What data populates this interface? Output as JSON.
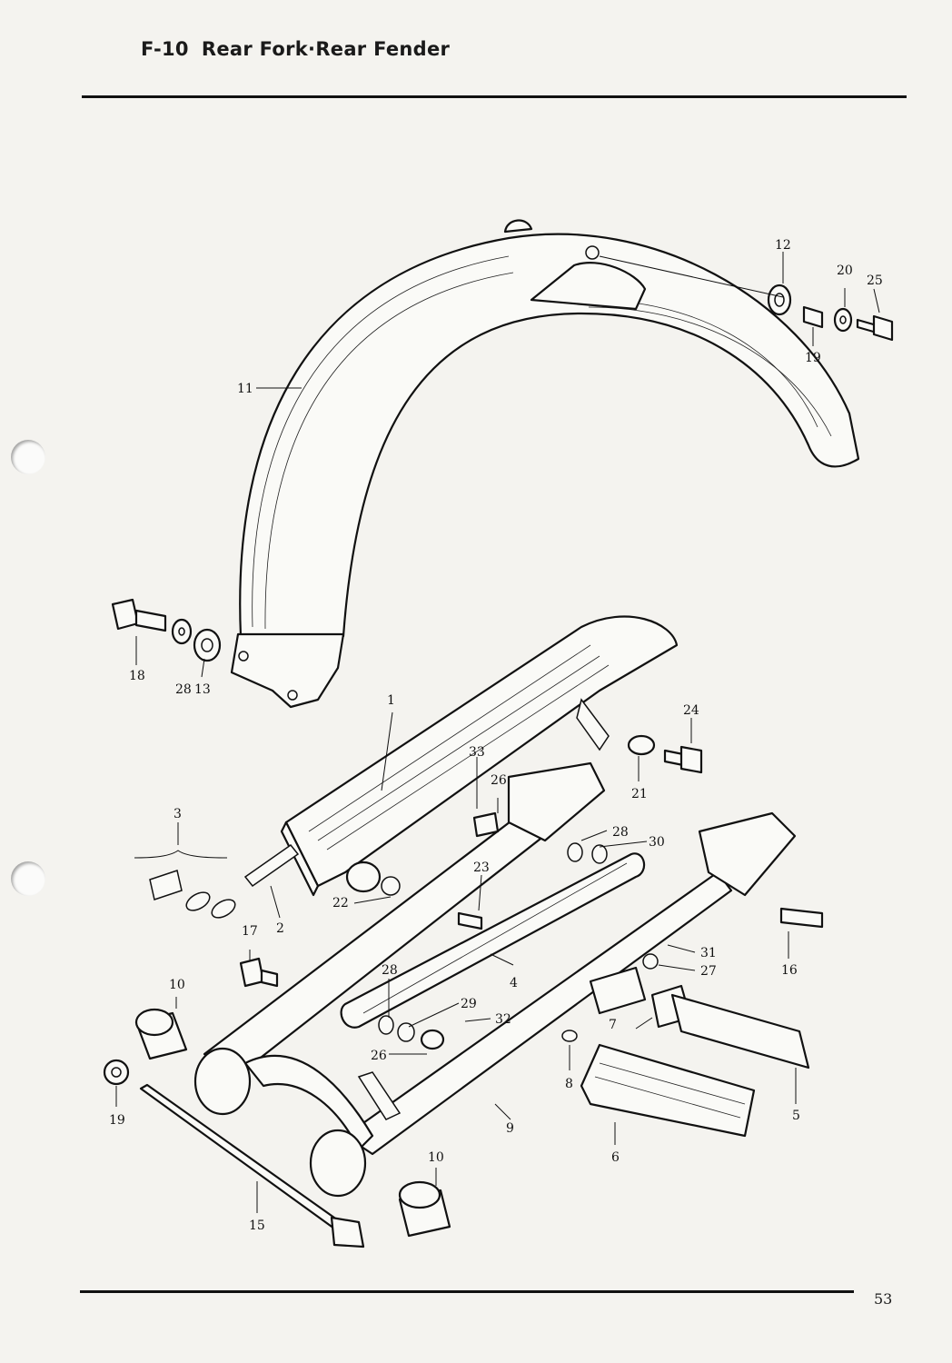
{
  "header": {
    "sheet_code": "F-10",
    "title": "Rear Fork·Rear Fender"
  },
  "footer": {
    "page_number": "53"
  },
  "callouts": [
    {
      "id": "c1",
      "text": "1"
    },
    {
      "id": "c2",
      "text": "2"
    },
    {
      "id": "c3",
      "text": "3"
    },
    {
      "id": "c4",
      "text": "4"
    },
    {
      "id": "c5",
      "text": "5"
    },
    {
      "id": "c6",
      "text": "6"
    },
    {
      "id": "c7",
      "text": "7"
    },
    {
      "id": "c8",
      "text": "8"
    },
    {
      "id": "c9",
      "text": "9"
    },
    {
      "id": "c10a",
      "text": "10"
    },
    {
      "id": "c10b",
      "text": "10"
    },
    {
      "id": "c11",
      "text": "11"
    },
    {
      "id": "c12",
      "text": "12"
    },
    {
      "id": "c13",
      "text": "13"
    },
    {
      "id": "c15",
      "text": "15"
    },
    {
      "id": "c16",
      "text": "16"
    },
    {
      "id": "c17",
      "text": "17"
    },
    {
      "id": "c18",
      "text": "18"
    },
    {
      "id": "c19a",
      "text": "19"
    },
    {
      "id": "c19b",
      "text": "19"
    },
    {
      "id": "c20",
      "text": "20"
    },
    {
      "id": "c21",
      "text": "21"
    },
    {
      "id": "c22",
      "text": "22"
    },
    {
      "id": "c23",
      "text": "23"
    },
    {
      "id": "c24",
      "text": "24"
    },
    {
      "id": "c25",
      "text": "25"
    },
    {
      "id": "c26a",
      "text": "26"
    },
    {
      "id": "c26b",
      "text": "26"
    },
    {
      "id": "c27",
      "text": "27"
    },
    {
      "id": "c28a",
      "text": "28"
    },
    {
      "id": "c28b",
      "text": "28"
    },
    {
      "id": "c28c",
      "text": "28"
    },
    {
      "id": "c29",
      "text": "29"
    },
    {
      "id": "c30",
      "text": "30"
    },
    {
      "id": "c31",
      "text": "31"
    },
    {
      "id": "c32",
      "text": "32"
    },
    {
      "id": "c33",
      "text": "33"
    }
  ]
}
